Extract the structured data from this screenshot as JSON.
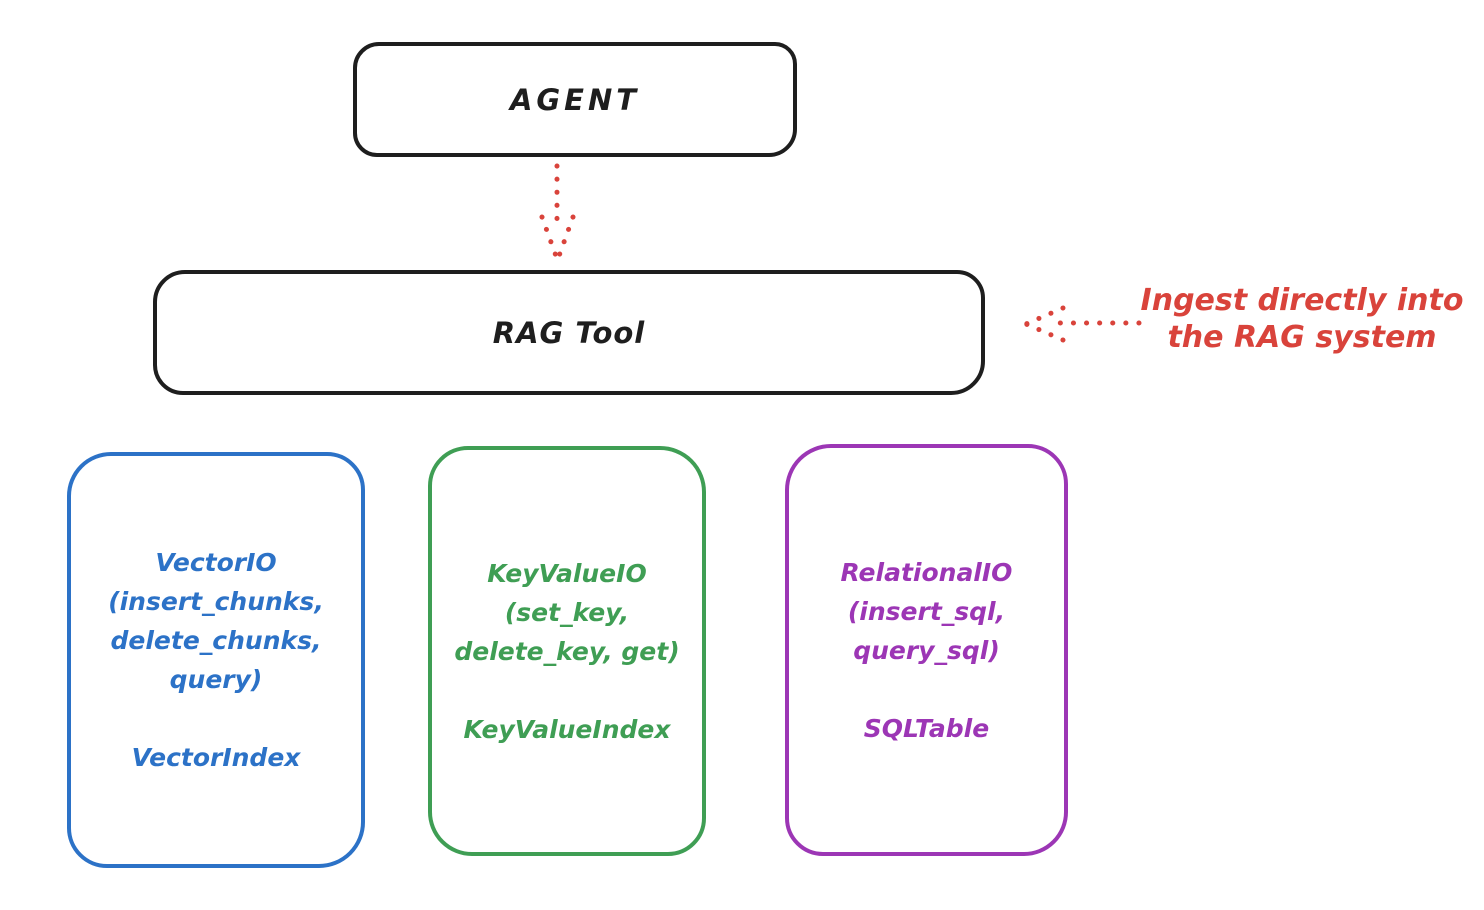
{
  "canvas": {
    "background": "#ffffff"
  },
  "colors": {
    "ink": "#1e1e1e",
    "red": "#d9433b",
    "blue": "#2c72c7",
    "green": "#3f9e54",
    "purple": "#9c36b5"
  },
  "nodes": {
    "agent": {
      "label": "AGENT"
    },
    "rag_tool": {
      "label": "RAG Tool"
    },
    "vector_io": {
      "lines": [
        "VectorIO",
        "(insert_chunks,",
        "delete_chunks,",
        "query)"
      ],
      "index_label": "VectorIndex",
      "color": "#2c72c7"
    },
    "key_value_io": {
      "lines": [
        "KeyValueIO",
        "(set_key,",
        "delete_key, get)"
      ],
      "index_label": "KeyValueIndex",
      "color": "#3f9e54"
    },
    "relational_io": {
      "lines": [
        "RelationalIO",
        "(insert_sql,",
        "query_sql)"
      ],
      "index_label": "SQLTable",
      "color": "#9c36b5"
    }
  },
  "annotation": {
    "lines": [
      "Ingest directly into",
      "the RAG system"
    ],
    "color": "#d9433b"
  },
  "connectors": {
    "agent_to_rag": {
      "style": "dotted",
      "color": "#d9433b",
      "direction": "down"
    },
    "annotation_to_rag": {
      "style": "dotted",
      "color": "#d9433b",
      "direction": "left"
    }
  }
}
